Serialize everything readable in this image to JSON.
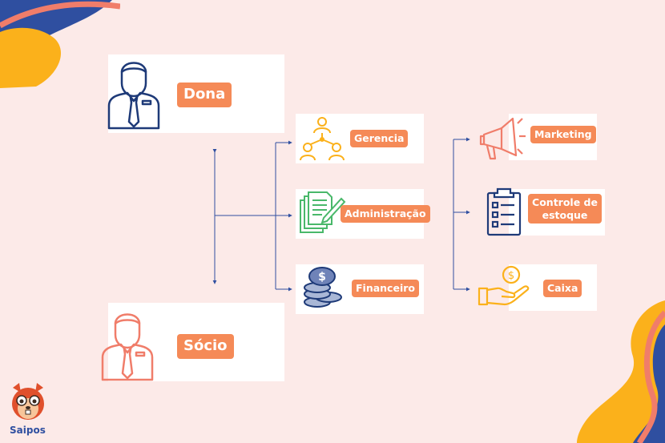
{
  "owners": {
    "top_label": "Dona",
    "bottom_label": "Sócio"
  },
  "departments": [
    {
      "label": "Gerencia"
    },
    {
      "label": "Administração"
    },
    {
      "label": "Financeiro"
    }
  ],
  "subdepartments": [
    {
      "label": "Marketing"
    },
    {
      "label": "Controle de estoque"
    },
    {
      "label": "Caixa"
    }
  ],
  "brand": {
    "name": "Saipos"
  },
  "colors": {
    "background": "#fceae8",
    "pill": "#f58a57",
    "navy": "#1e3a78",
    "coral": "#f07d6a",
    "yellow": "#fbb11b",
    "blue": "#2f4fa0",
    "green": "#49b86a"
  }
}
